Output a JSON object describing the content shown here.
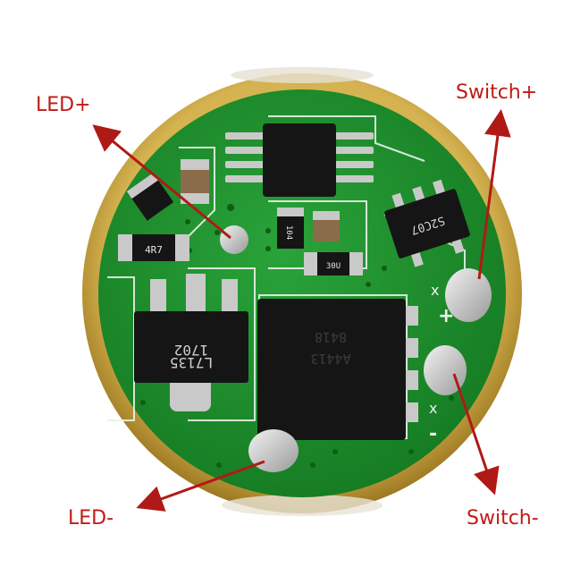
{
  "labels": {
    "led_plus": "LED+",
    "led_minus": "LED-",
    "switch_plus": "Switch+",
    "switch_minus": "Switch-"
  },
  "components": {
    "regulator_marking_line1": "L7135",
    "regulator_marking_line2": "1702",
    "mcu_marking_line1": "8418",
    "mcu_marking_line2": "A4413",
    "mosfet_marking": "S2C07",
    "resistor_marking": "4R7",
    "cap_marking_1": "104",
    "cap_marking_2": "30U"
  },
  "silkscreen": {
    "plus_mark": "+",
    "minus_mark": "-",
    "cross_mark": "x"
  },
  "colors": {
    "pcb_green": "#1e8a2a",
    "brass_ring": "#c9a23c",
    "arrow_red": "#b01a16",
    "label_red": "#c21a14",
    "chip_black": "#151515",
    "solder_silver": "#c9c9c9"
  }
}
